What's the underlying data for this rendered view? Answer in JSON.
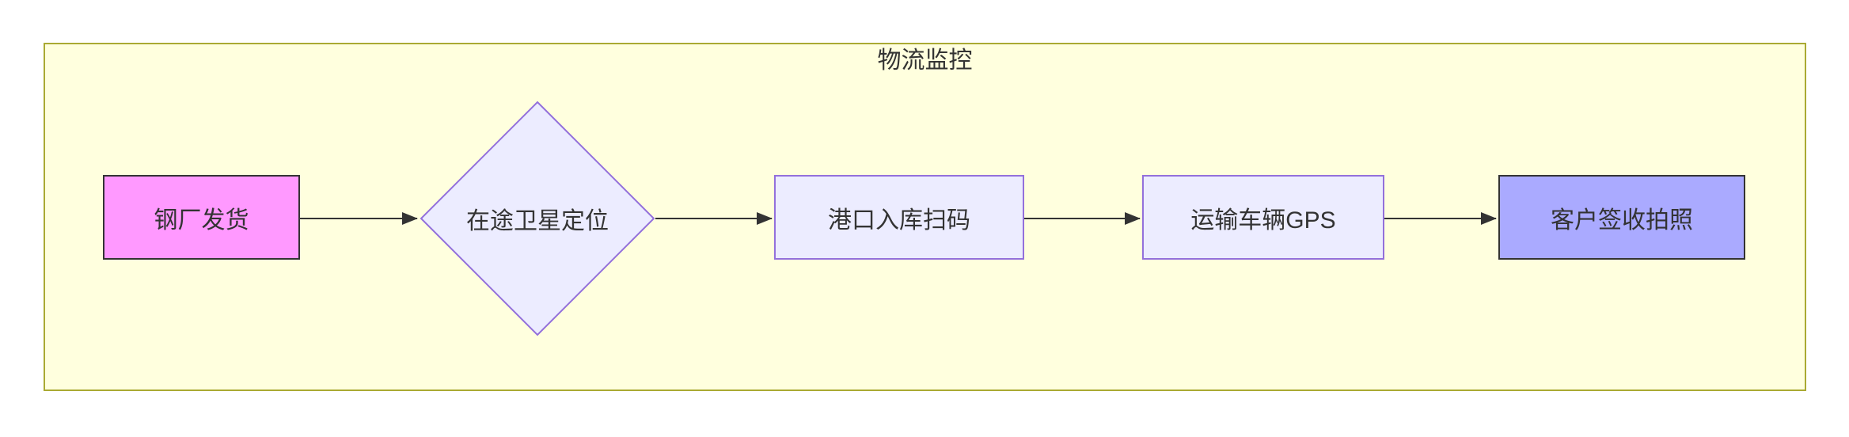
{
  "diagram": {
    "type": "flowchart",
    "direction": "left-to-right",
    "container": {
      "title": "物流监控"
    },
    "nodes": [
      {
        "id": "A",
        "label": "钢厂发货",
        "shape": "rectangle",
        "fill": "#ff99ff",
        "stroke": "#333333"
      },
      {
        "id": "B",
        "label": "在途卫星定位",
        "shape": "diamond",
        "fill": "#ececff",
        "stroke": "#9370db"
      },
      {
        "id": "C",
        "label": "港口入库扫码",
        "shape": "rectangle",
        "fill": "#ececff",
        "stroke": "#9370db"
      },
      {
        "id": "D",
        "label": "运输车辆GPS",
        "shape": "rectangle",
        "fill": "#ececff",
        "stroke": "#9370db"
      },
      {
        "id": "E",
        "label": "客户签收拍照",
        "shape": "rectangle",
        "fill": "#aaaaff",
        "stroke": "#333333"
      }
    ],
    "edges": [
      {
        "from": "钢厂发货",
        "to": "在途卫星定位"
      },
      {
        "from": "在途卫星定位",
        "to": "港口入库扫码"
      },
      {
        "from": "港口入库扫码",
        "to": "运输车辆GPS"
      },
      {
        "from": "运输车辆GPS",
        "to": "客户签收拍照"
      }
    ],
    "colors": {
      "canvas_background": "#ffffff",
      "container_fill": "#ffffde",
      "container_border": "#aaaa33",
      "edge_color": "#333333",
      "text_color": "#333333"
    }
  }
}
